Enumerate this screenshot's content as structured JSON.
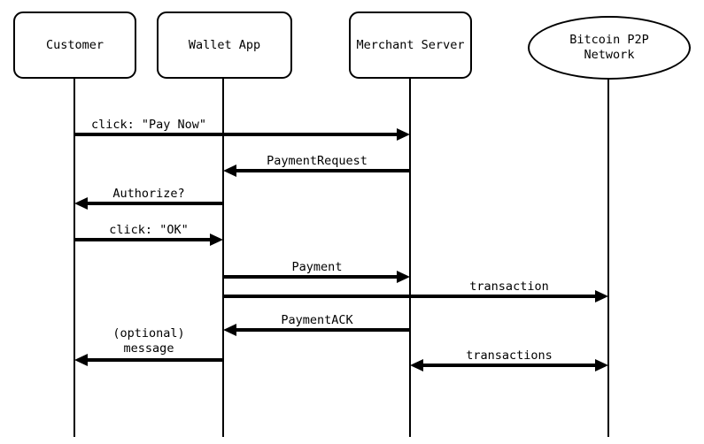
{
  "diagram": {
    "type": "sequence",
    "background_color": "#ffffff",
    "line_color": "#000000",
    "text_color": "#000000",
    "actors": [
      {
        "id": "customer",
        "label": "Customer",
        "shape": "rounded-rect"
      },
      {
        "id": "wallet-app",
        "label": "Wallet App",
        "shape": "rounded-rect"
      },
      {
        "id": "merchant-server",
        "label": "Merchant Server",
        "shape": "rounded-rect"
      },
      {
        "id": "bitcoin-p2p-network",
        "label": "Bitcoin P2P\nNetwork",
        "shape": "ellipse"
      }
    ],
    "messages": [
      {
        "label": "click: \"Pay Now\"",
        "from": "Customer",
        "to": "Merchant Server",
        "arrow": "right"
      },
      {
        "label": "PaymentRequest",
        "from": "Merchant Server",
        "to": "Wallet App",
        "arrow": "left"
      },
      {
        "label": "Authorize?",
        "from": "Wallet App",
        "to": "Customer",
        "arrow": "left"
      },
      {
        "label": "click: \"OK\"",
        "from": "Customer",
        "to": "Wallet App",
        "arrow": "right"
      },
      {
        "label": "Payment",
        "from": "Wallet App",
        "to": "Merchant Server",
        "arrow": "right"
      },
      {
        "label": "transaction",
        "from": "Wallet App",
        "to": "Bitcoin P2P Network",
        "arrow": "right"
      },
      {
        "label": "PaymentACK",
        "from": "Merchant Server",
        "to": "Wallet App",
        "arrow": "left"
      },
      {
        "label": "(optional)\nmessage",
        "from": "Wallet App",
        "to": "Customer",
        "arrow": "left"
      },
      {
        "label": "transactions",
        "from": "Merchant Server",
        "to": "Bitcoin P2P Network",
        "arrow": "both"
      }
    ]
  }
}
